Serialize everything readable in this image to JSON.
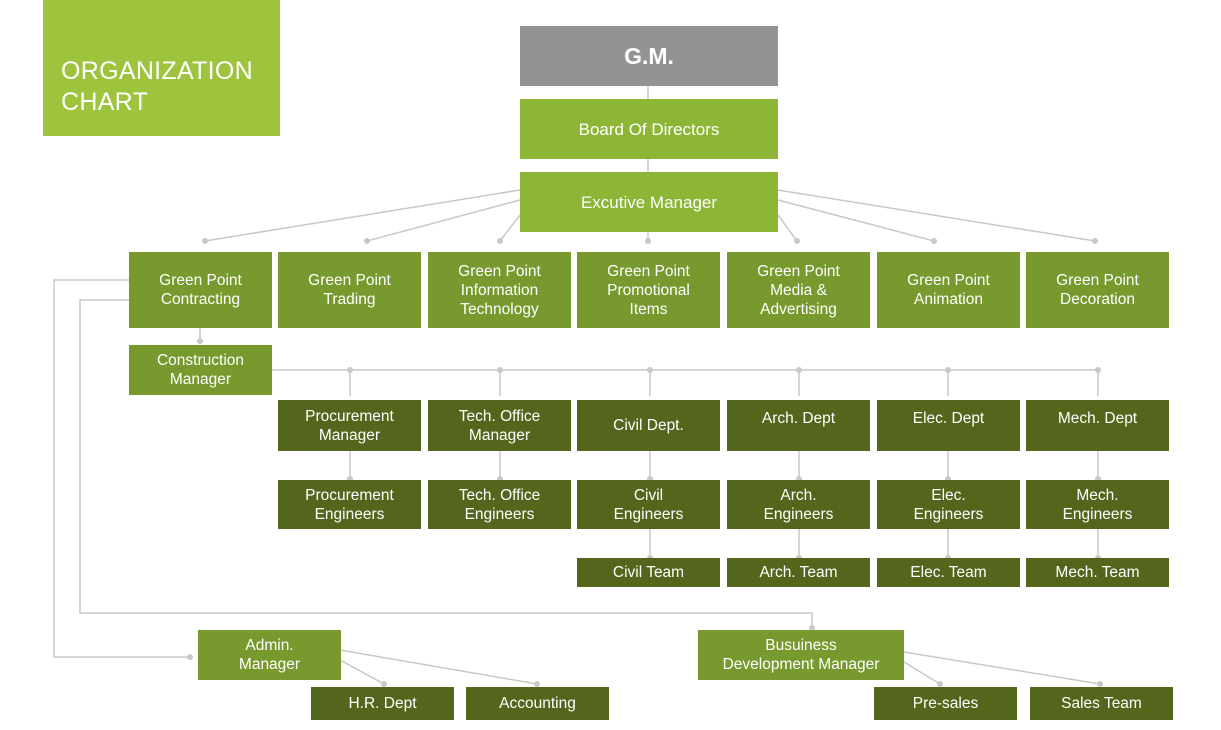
{
  "title": "ORGANIZATION\nCHART",
  "colors": {
    "title_bg": "#9dc43c",
    "gm": "#939393",
    "level1": "#8db536",
    "level2": "#77992e",
    "level3": "#53661c",
    "connector": "#c8c8c8"
  },
  "nodes": {
    "gm": "G.M.",
    "board": "Board Of Directors",
    "exec": "Excutive Manager",
    "gp_contracting": "Green Point\nContracting",
    "gp_trading": "Green Point\nTrading",
    "gp_it": "Green Point\nInformation\nTechnology",
    "gp_promo": "Green Point\nPromotional\nItems",
    "gp_media": "Green Point\nMedia &\nAdvertising",
    "gp_animation": "Green Point\nAnimation",
    "gp_decoration": "Green Point\nDecoration",
    "construction_mgr": "Construction\nManager",
    "procurement_mgr": "Procurement\nManager",
    "tech_office_mgr": "Tech. Office\nManager",
    "civil_dept": "Civil Dept.",
    "arch_dept": "Arch. Dept",
    "elec_dept": "Elec. Dept",
    "mech_dept": "Mech. Dept",
    "procurement_eng": "Procurement\nEngineers",
    "tech_office_eng": "Tech. Office\nEngineers",
    "civil_eng": "Civil\nEngineers",
    "arch_eng": "Arch.\nEngineers",
    "elec_eng": "Elec.\nEngineers",
    "mech_eng": "Mech.\nEngineers",
    "civil_team": "Civil Team",
    "arch_team": "Arch. Team",
    "elec_team": "Elec. Team",
    "mech_team": "Mech. Team",
    "admin_mgr": "Admin.\nManager",
    "hr_dept": "H.R. Dept",
    "accounting": "Accounting",
    "bd_mgr": "Busuiness\nDevelopment Manager",
    "presales": "Pre-sales",
    "sales_team": "Sales Team"
  }
}
